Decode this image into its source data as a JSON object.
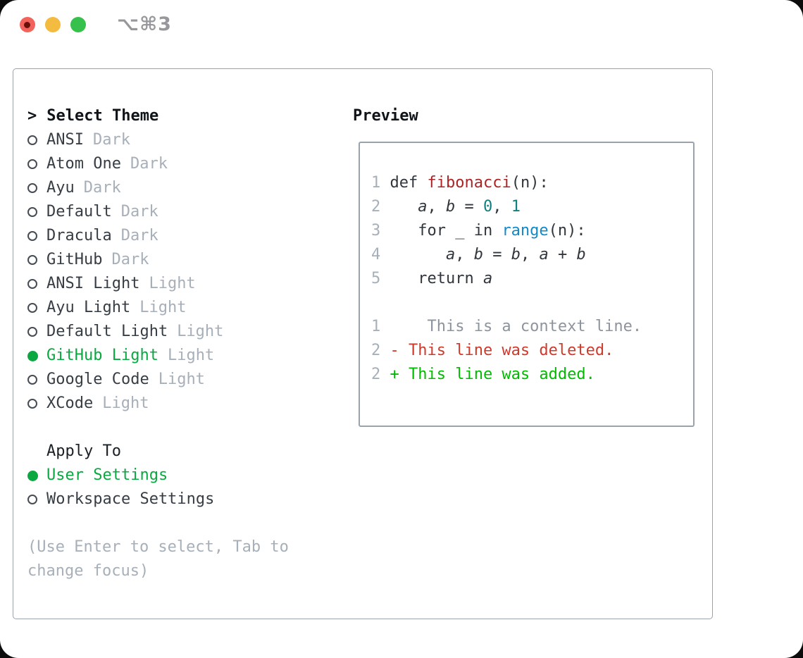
{
  "window": {
    "title_shortcut": "⌥⌘3",
    "traffic_lights": [
      {
        "name": "close-button",
        "color": "#f2635b",
        "dot": "#6b0f0b"
      },
      {
        "name": "minimize-button",
        "color": "#f3bb40"
      },
      {
        "name": "maximize-button",
        "color": "#35c14c"
      }
    ]
  },
  "colors": {
    "accent_green": "#0ba842",
    "panel_border": "#9aa2ac",
    "muted_gray": "#a7afb9",
    "diff_added": "#00bc00",
    "diff_deleted": "#ce3a2b",
    "syntax_function": "#ab2526",
    "syntax_number": "#0f8080",
    "syntax_builtin": "#1289c9"
  },
  "theme_panel": {
    "prompt": ">",
    "title": "Select Theme",
    "items": [
      {
        "label": "ANSI",
        "variant": "Dark",
        "selected": false
      },
      {
        "label": "Atom One",
        "variant": "Dark",
        "selected": false
      },
      {
        "label": "Ayu",
        "variant": "Dark",
        "selected": false
      },
      {
        "label": "Default",
        "variant": "Dark",
        "selected": false
      },
      {
        "label": "Dracula",
        "variant": "Dark",
        "selected": false
      },
      {
        "label": "GitHub",
        "variant": "Dark",
        "selected": false
      },
      {
        "label": "ANSI Light",
        "variant": "Light",
        "selected": false
      },
      {
        "label": "Ayu Light",
        "variant": "Light",
        "selected": false
      },
      {
        "label": "Default Light",
        "variant": "Light",
        "selected": false
      },
      {
        "label": "GitHub Light",
        "variant": "Light",
        "selected": true
      },
      {
        "label": "Google Code",
        "variant": "Light",
        "selected": false
      },
      {
        "label": "XCode",
        "variant": "Light",
        "selected": false
      }
    ],
    "apply_to": {
      "title": "Apply To",
      "options": [
        {
          "label": "User Settings",
          "selected": true
        },
        {
          "label": "Workspace Settings",
          "selected": false
        }
      ]
    },
    "help_text": "(Use Enter to select, Tab to change focus)"
  },
  "preview": {
    "title": "Preview",
    "lines": [
      [
        [
          "ln",
          "1"
        ],
        [
          "pl",
          " def "
        ],
        [
          "fn",
          "fibonacci"
        ],
        [
          "pl",
          "(n):"
        ]
      ],
      [
        [
          "ln",
          "2"
        ],
        [
          "pl",
          "    "
        ],
        [
          "v",
          "a"
        ],
        [
          "pl",
          ", "
        ],
        [
          "v",
          "b"
        ],
        [
          "pl",
          " = "
        ],
        [
          "num",
          "0"
        ],
        [
          "pl",
          ", "
        ],
        [
          "num",
          "1"
        ]
      ],
      [
        [
          "ln",
          "3"
        ],
        [
          "pl",
          "    for _ in "
        ],
        [
          "bi",
          "range"
        ],
        [
          "pl",
          "(n):"
        ]
      ],
      [
        [
          "ln",
          "4"
        ],
        [
          "pl",
          "       "
        ],
        [
          "v",
          "a"
        ],
        [
          "pl",
          ", "
        ],
        [
          "v",
          "b"
        ],
        [
          "pl",
          " = "
        ],
        [
          "v",
          "b"
        ],
        [
          "pl",
          ", "
        ],
        [
          "v",
          "a"
        ],
        [
          "pl",
          " + "
        ],
        [
          "v",
          "b"
        ]
      ],
      [
        [
          "ln",
          "5"
        ],
        [
          "pl",
          "    return "
        ],
        [
          "v",
          "a"
        ]
      ],
      [],
      [
        [
          "ln",
          "1"
        ],
        [
          "ctx",
          "     This is a context line."
        ]
      ],
      [
        [
          "ln",
          "2"
        ],
        [
          "del",
          " - This line was deleted."
        ]
      ],
      [
        [
          "ln",
          "2"
        ],
        [
          "add",
          " + This line was added."
        ]
      ]
    ]
  }
}
